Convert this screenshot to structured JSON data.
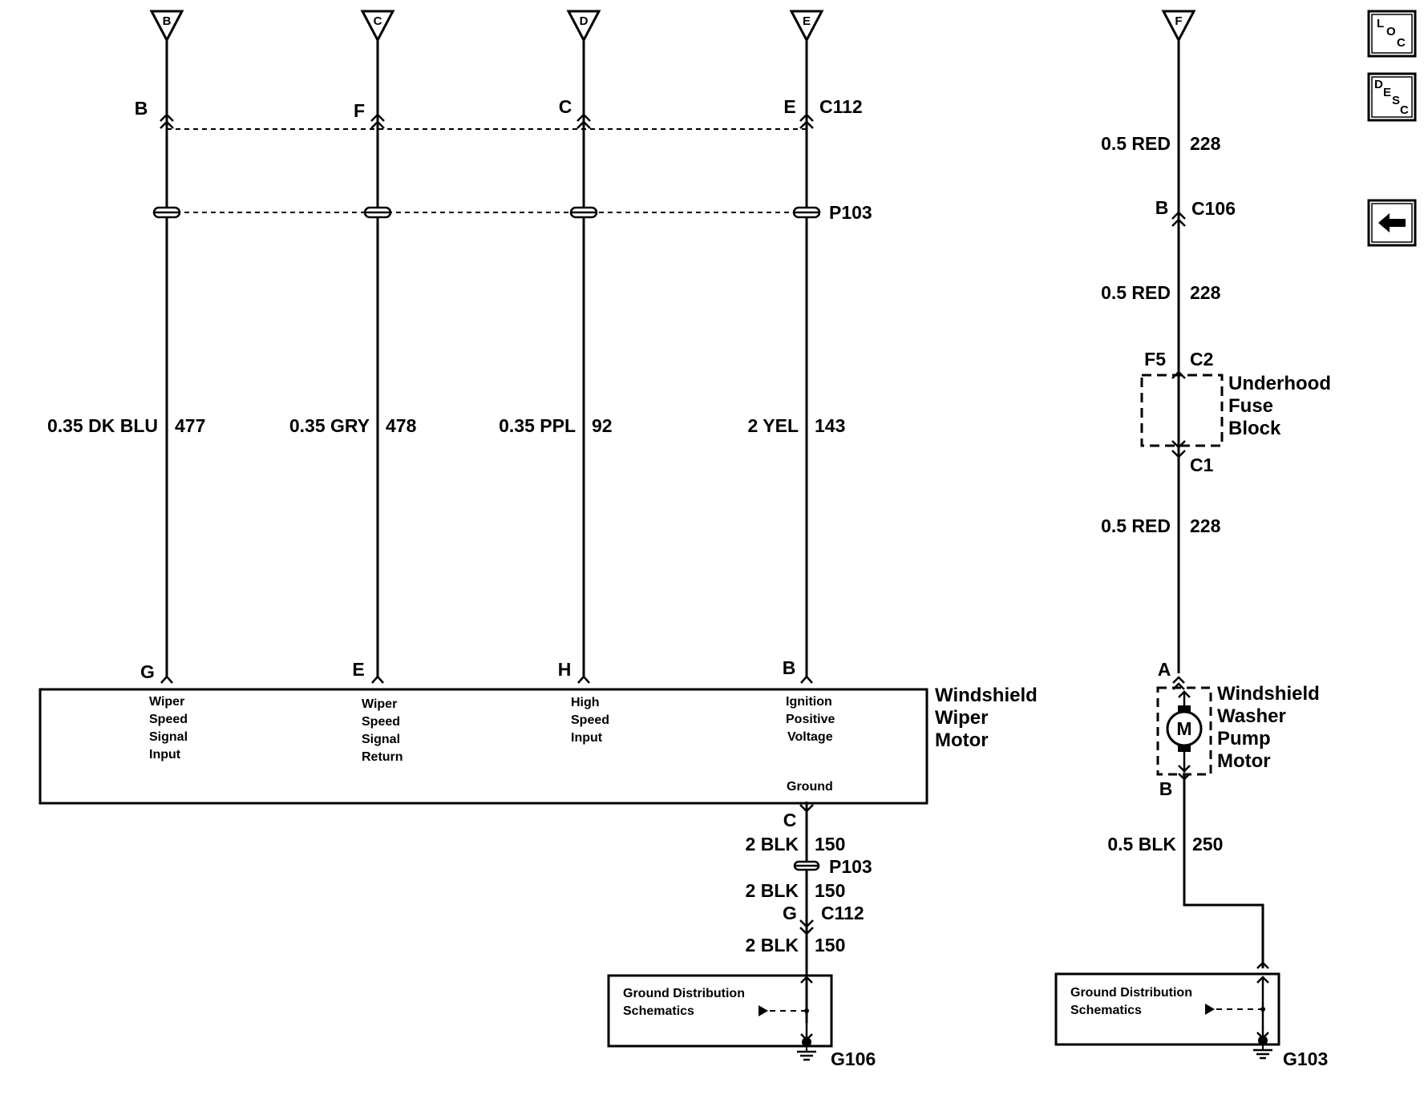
{
  "offpage_connectors": [
    "B",
    "C",
    "D",
    "E",
    "F"
  ],
  "upper_connector": {
    "name": "C112",
    "pins": [
      "B",
      "F",
      "C",
      "E"
    ]
  },
  "splice_pack": "P103",
  "wires": [
    {
      "size_color": "0.35 DK BLU",
      "circuit": "477"
    },
    {
      "size_color": "0.35 GRY",
      "circuit": "478"
    },
    {
      "size_color": "0.35 PPL",
      "circuit": "92"
    },
    {
      "size_color": "2 YEL",
      "circuit": "143"
    }
  ],
  "wiper_motor": {
    "title_lines": [
      "Windshield",
      "Wiper",
      "Motor"
    ],
    "pins": [
      "G",
      "E",
      "H",
      "B"
    ],
    "functions": [
      [
        "Wiper",
        "Speed",
        "Signal",
        "Input"
      ],
      [
        "Wiper",
        "Speed",
        "Signal",
        "Return"
      ],
      [
        "High",
        "Speed",
        "Input"
      ],
      [
        "Ignition",
        "Positive",
        "Voltage"
      ]
    ],
    "ground_label": "Ground",
    "ground_pin": "C"
  },
  "ground_path": {
    "wire_size_color": "2 BLK",
    "circuit": "150",
    "splice": "P103",
    "connector_pin": "G",
    "connector_name": "C112"
  },
  "ground_box_left": {
    "lines": [
      "Ground Distribution",
      "Schematics"
    ],
    "ground": "G106"
  },
  "washer_circuit": {
    "wire_red": "0.5 RED",
    "circuit_red": "228",
    "connector_c106": {
      "pin": "B",
      "name": "C106"
    },
    "fuse": {
      "name": "F5",
      "in": "C2",
      "out": "C1"
    },
    "fuse_block_lines": [
      "Underhood",
      "Fuse",
      "Block"
    ],
    "pump_pins": [
      "A",
      "B"
    ],
    "motor_symbol": "M",
    "pump_lines": [
      "Windshield",
      "Washer",
      "Pump",
      "Motor"
    ],
    "wire_blk": "0.5 BLK",
    "circuit_blk": "250"
  },
  "ground_box_right": {
    "lines": [
      "Ground Distribution",
      "Schematics"
    ],
    "ground": "G103"
  },
  "nav_buttons": {
    "loc": [
      "L",
      "O",
      "C"
    ],
    "desc": [
      "D",
      "E",
      "S",
      "C"
    ]
  }
}
